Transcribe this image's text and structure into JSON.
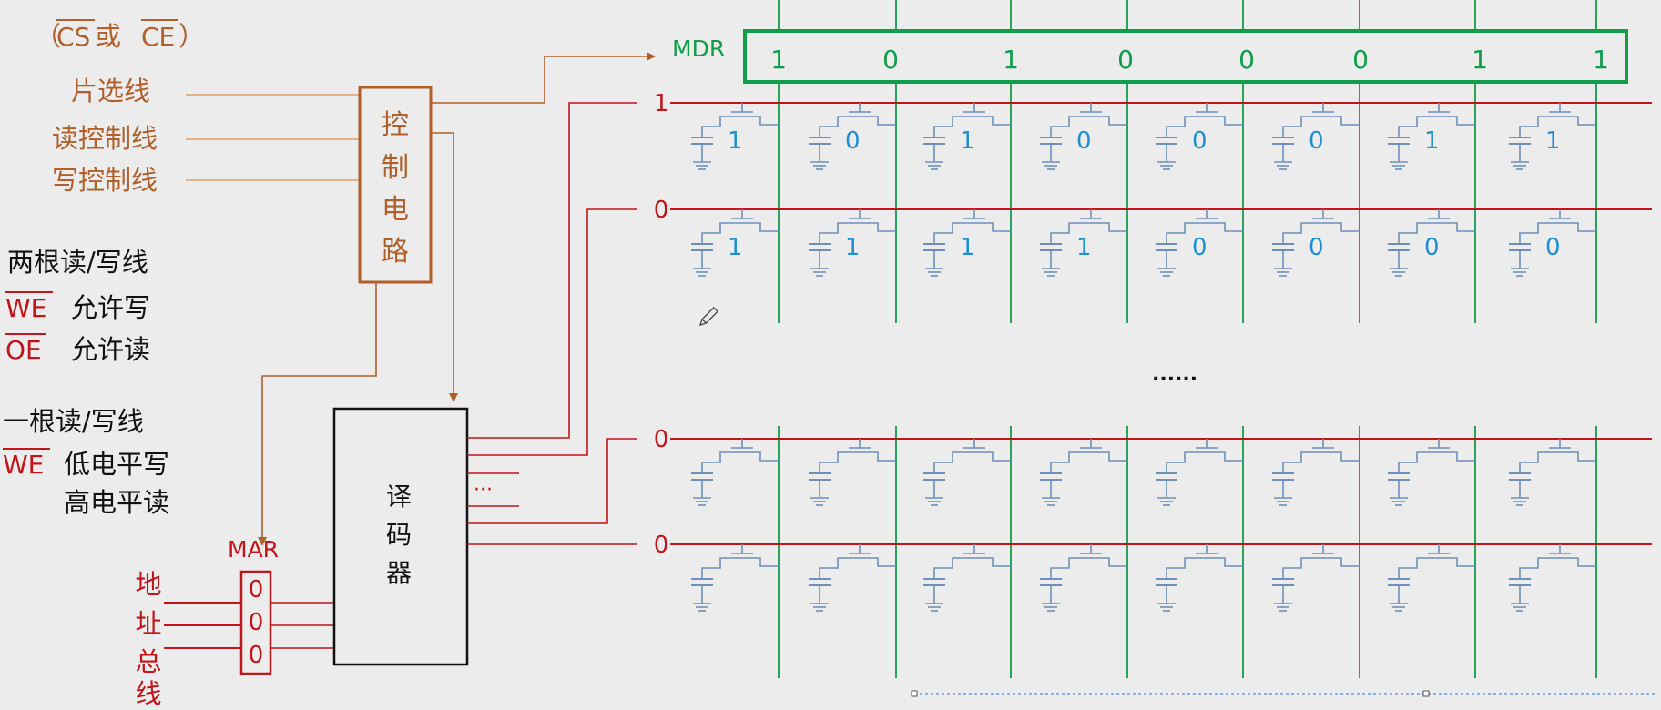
{
  "signals": {
    "cs_note_open": "（",
    "cs": "CS",
    "cs_or": " 或 ",
    "ce": "CE",
    "cs_note_close": "）",
    "chip_select": "片选线",
    "read_ctrl": "读控制线",
    "write_ctrl": "写控制线"
  },
  "control_circuit": {
    "chars": [
      "控",
      "制",
      "电",
      "路"
    ]
  },
  "notes": {
    "two_lines_title": "两根读/写线",
    "we1": "WE",
    "we1_desc": "允许写",
    "oe": "OE",
    "oe_desc": "允许读",
    "one_line_title": "一根读/写线",
    "we2": "WE",
    "we2_desc1": "低电平写",
    "we2_desc2": "高电平读"
  },
  "mar": {
    "label": "MAR",
    "bits": [
      "0",
      "0",
      "0"
    ]
  },
  "address_bus": {
    "chars": [
      "地",
      "址",
      "总",
      "线"
    ]
  },
  "decoder": {
    "chars": [
      "译",
      "码",
      "器"
    ],
    "ellipsis": "···"
  },
  "mdr": {
    "label": "MDR",
    "bits": [
      "1",
      "0",
      "1",
      "0",
      "0",
      "0",
      "1",
      "1"
    ]
  },
  "word_lines": [
    {
      "level": "1",
      "cells": [
        "1",
        "0",
        "1",
        "0",
        "0",
        "0",
        "1",
        "1"
      ]
    },
    {
      "level": "0",
      "cells": [
        "1",
        "1",
        "1",
        "1",
        "0",
        "0",
        "0",
        "0"
      ]
    },
    {
      "level": "0",
      "cells": [
        "",
        "",
        "",
        "",
        "",
        "",
        "",
        ""
      ]
    },
    {
      "level": "0",
      "cells": [
        "",
        "",
        "",
        "",
        "",
        "",
        "",
        ""
      ]
    }
  ],
  "rows_ellipsis": "......",
  "colors": {
    "brown": "#b0602a",
    "red": "#c0151b",
    "green": "#129d4a",
    "blue": "#1f8fd0",
    "cell_blue": "#6f8fb8"
  }
}
